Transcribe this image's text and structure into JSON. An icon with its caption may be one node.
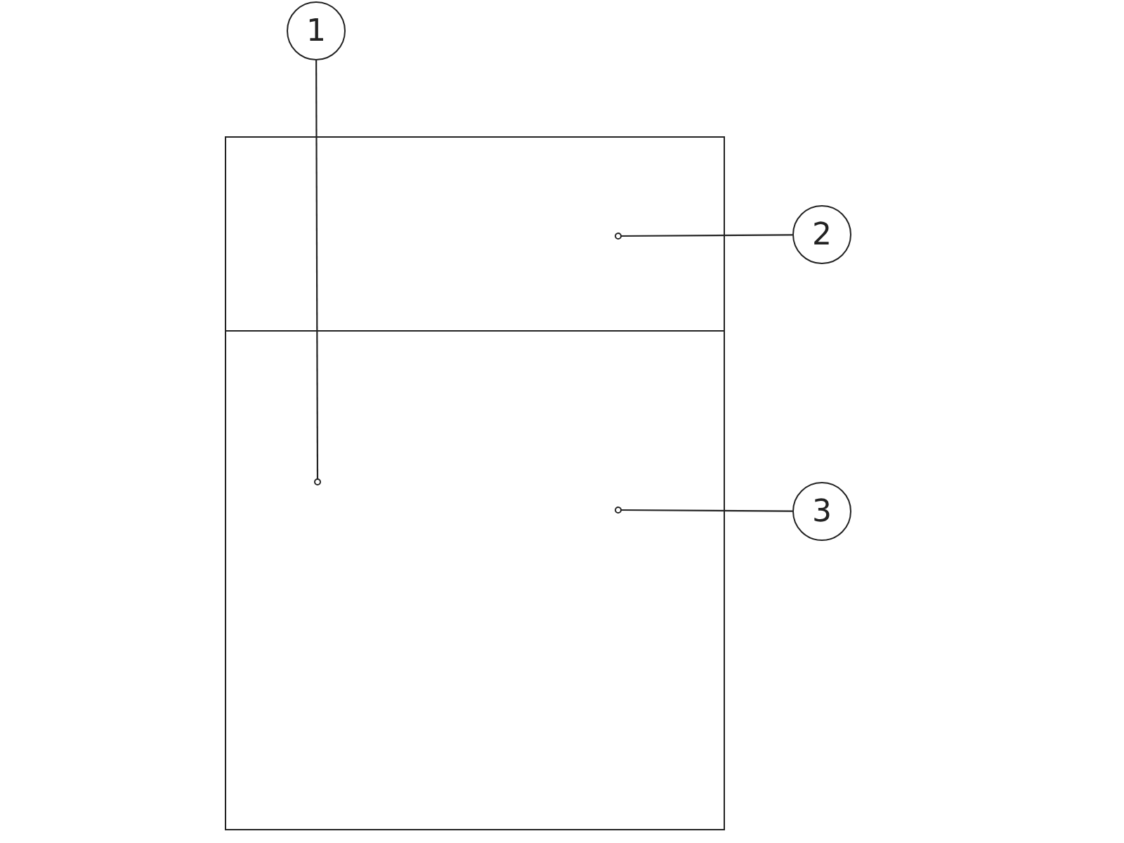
{
  "diagram": {
    "nodes": [
      {
        "text": [
          "1"
        ]
      },
      {
        "text": [
          "2"
        ]
      },
      {
        "text": [
          "3"
        ]
      },
      {
        "text": [],
        "shape": "box"
      },
      {
        "text": [],
        "shape": "box"
      }
    ],
    "edges": [
      {
        "from": 0,
        "to": 4,
        "arrow": "other"
      },
      {
        "from": 1,
        "to": 3,
        "arrow": "other"
      },
      {
        "from": 2,
        "to": 4,
        "arrow": "other"
      }
    ]
  }
}
